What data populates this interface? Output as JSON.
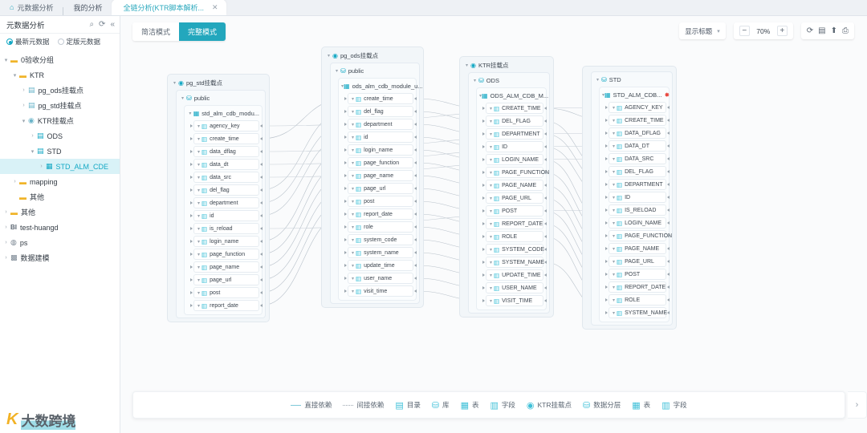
{
  "topbar": {
    "home_icon": "home-icon",
    "home_label": "元数据分析",
    "my_analysis_label": "我的分析",
    "active_tab_label": "全链分析(KTR脚本解析...",
    "close_icon": "✕"
  },
  "sidebar": {
    "title": "元数据分析",
    "icons": {
      "search": "⌕",
      "refresh": "⟳",
      "collapse": "«"
    },
    "radios": [
      {
        "label": "最新元数据",
        "selected": true
      },
      {
        "label": "定版元数据",
        "selected": false
      }
    ],
    "tree": [
      {
        "label": "0验收分组",
        "indent": 0,
        "caret": "▾",
        "icon": "folder",
        "glyph": "▬"
      },
      {
        "label": "KTR",
        "indent": 1,
        "caret": "▾",
        "icon": "folder",
        "glyph": "▬"
      },
      {
        "label": "pg_ods挂载点",
        "indent": 2,
        "caret": "›",
        "icon": "mount",
        "glyph": "▤"
      },
      {
        "label": "pg_std挂载点",
        "indent": 2,
        "caret": "›",
        "icon": "mount",
        "glyph": "▤"
      },
      {
        "label": "KTR挂载点",
        "indent": 2,
        "caret": "▾",
        "icon": "mount",
        "glyph": "◉"
      },
      {
        "label": "ODS",
        "indent": 3,
        "caret": "›",
        "icon": "tier",
        "glyph": "▤"
      },
      {
        "label": "STD",
        "indent": 3,
        "caret": "▾",
        "icon": "tier",
        "glyph": "▤"
      },
      {
        "label": "STD_ALM_CDE",
        "indent": 4,
        "caret": "›",
        "icon": "table",
        "glyph": "▦",
        "selected": true
      },
      {
        "label": "mapping",
        "indent": 1,
        "caret": "›",
        "icon": "folder",
        "glyph": "▬"
      },
      {
        "label": "其他",
        "indent": 1,
        "caret": "",
        "icon": "folder",
        "glyph": "▬"
      },
      {
        "label": "其他",
        "indent": 0,
        "caret": "›",
        "icon": "folder",
        "glyph": "▬"
      },
      {
        "label": "test-huangd",
        "indent": 0,
        "caret": "›",
        "icon": "bi",
        "glyph": "BI"
      },
      {
        "label": "ps",
        "indent": 0,
        "caret": "›",
        "icon": "globe",
        "glyph": "◍"
      },
      {
        "label": "数据建模",
        "indent": 0,
        "caret": "›",
        "icon": "model",
        "glyph": "▩"
      }
    ]
  },
  "toolbar": {
    "modes": [
      {
        "label": "简洁模式",
        "active": false
      },
      {
        "label": "完整模式",
        "active": true
      }
    ],
    "display_dropdown": {
      "label": "显示标题",
      "chevron": "▾"
    },
    "zoom": {
      "minus": "−",
      "value": "70%",
      "plus": "+"
    },
    "actions": [
      {
        "name": "refresh-icon",
        "glyph": "⟳"
      },
      {
        "name": "save-icon",
        "glyph": "▤"
      },
      {
        "name": "upload-icon",
        "glyph": "⬆"
      },
      {
        "name": "print-icon",
        "glyph": "⎙"
      }
    ]
  },
  "legend": {
    "items": [
      {
        "label": "直接依赖",
        "type": "line-solid"
      },
      {
        "label": "间接依赖",
        "type": "line-dot"
      },
      {
        "label": "目录",
        "type": "icon",
        "glyph": "▤"
      },
      {
        "label": "库",
        "type": "icon",
        "glyph": "⛁"
      },
      {
        "label": "表",
        "type": "icon",
        "glyph": "▦"
      },
      {
        "label": "字段",
        "type": "icon",
        "glyph": "▥"
      },
      {
        "label": "KTR挂载点",
        "type": "icon",
        "glyph": "◉"
      },
      {
        "label": "数据分层",
        "type": "icon",
        "glyph": "⛁"
      },
      {
        "label": "表",
        "type": "icon",
        "glyph": "▦"
      },
      {
        "label": "字段",
        "type": "icon",
        "glyph": "▥"
      }
    ],
    "next_icon": "›"
  },
  "watermark": {
    "mark": "K",
    "text": "大数跨境"
  },
  "diagram": {
    "columns": [
      {
        "id": "col-pg-std",
        "mount": "pg_std挂载点",
        "schema": "public",
        "table": "std_alm_cdb_modu...",
        "fields": [
          "agency_key",
          "create_time",
          "data_dflag",
          "data_dt",
          "data_src",
          "del_flag",
          "department",
          "id",
          "is_reload",
          "login_name",
          "page_function",
          "page_name",
          "page_url",
          "post",
          "report_date"
        ]
      },
      {
        "id": "col-pg-ods",
        "mount": "pg_ods挂载点",
        "schema": "public",
        "table": "ods_alm_cdb_module_u...",
        "fields": [
          "create_time",
          "del_flag",
          "department",
          "id",
          "login_name",
          "page_function",
          "page_name",
          "page_url",
          "post",
          "report_date",
          "role",
          "system_code",
          "system_name",
          "update_time",
          "user_name",
          "visit_time"
        ]
      },
      {
        "id": "col-ktr-ods",
        "mount": "KTR挂载点",
        "schema": "ODS",
        "table": "ODS_ALM_CDB_M...",
        "fields": [
          "CREATE_TIME",
          "DEL_FLAG",
          "DEPARTMENT",
          "ID",
          "LOGIN_NAME",
          "PAGE_FUNCTION",
          "PAGE_NAME",
          "PAGE_URL",
          "POST",
          "REPORT_DATE",
          "ROLE",
          "SYSTEM_CODE",
          "SYSTEM_NAME",
          "UPDATE_TIME",
          "USER_NAME",
          "VISIT_TIME"
        ]
      },
      {
        "id": "col-ktr-std",
        "mount": "",
        "schema": "STD",
        "table": "STD_ALM_CDB...",
        "starred": true,
        "fields": [
          "AGENCY_KEY",
          "CREATE_TIME",
          "DATA_DFLAG",
          "DATA_DT",
          "DATA_SRC",
          "DEL_FLAG",
          "DEPARTMENT",
          "ID",
          "IS_RELOAD",
          "LOGIN_NAME",
          "PAGE_FUNCTION",
          "PAGE_NAME",
          "PAGE_URL",
          "POST",
          "REPORT_DATE",
          "ROLE",
          "SYSTEM_NAME"
        ]
      }
    ]
  },
  "colors": {
    "accent": "#23a7bd",
    "field_icon": "#3fc0d8",
    "selected_row_bg": "#d9f2f7",
    "star": "#e8453c"
  }
}
